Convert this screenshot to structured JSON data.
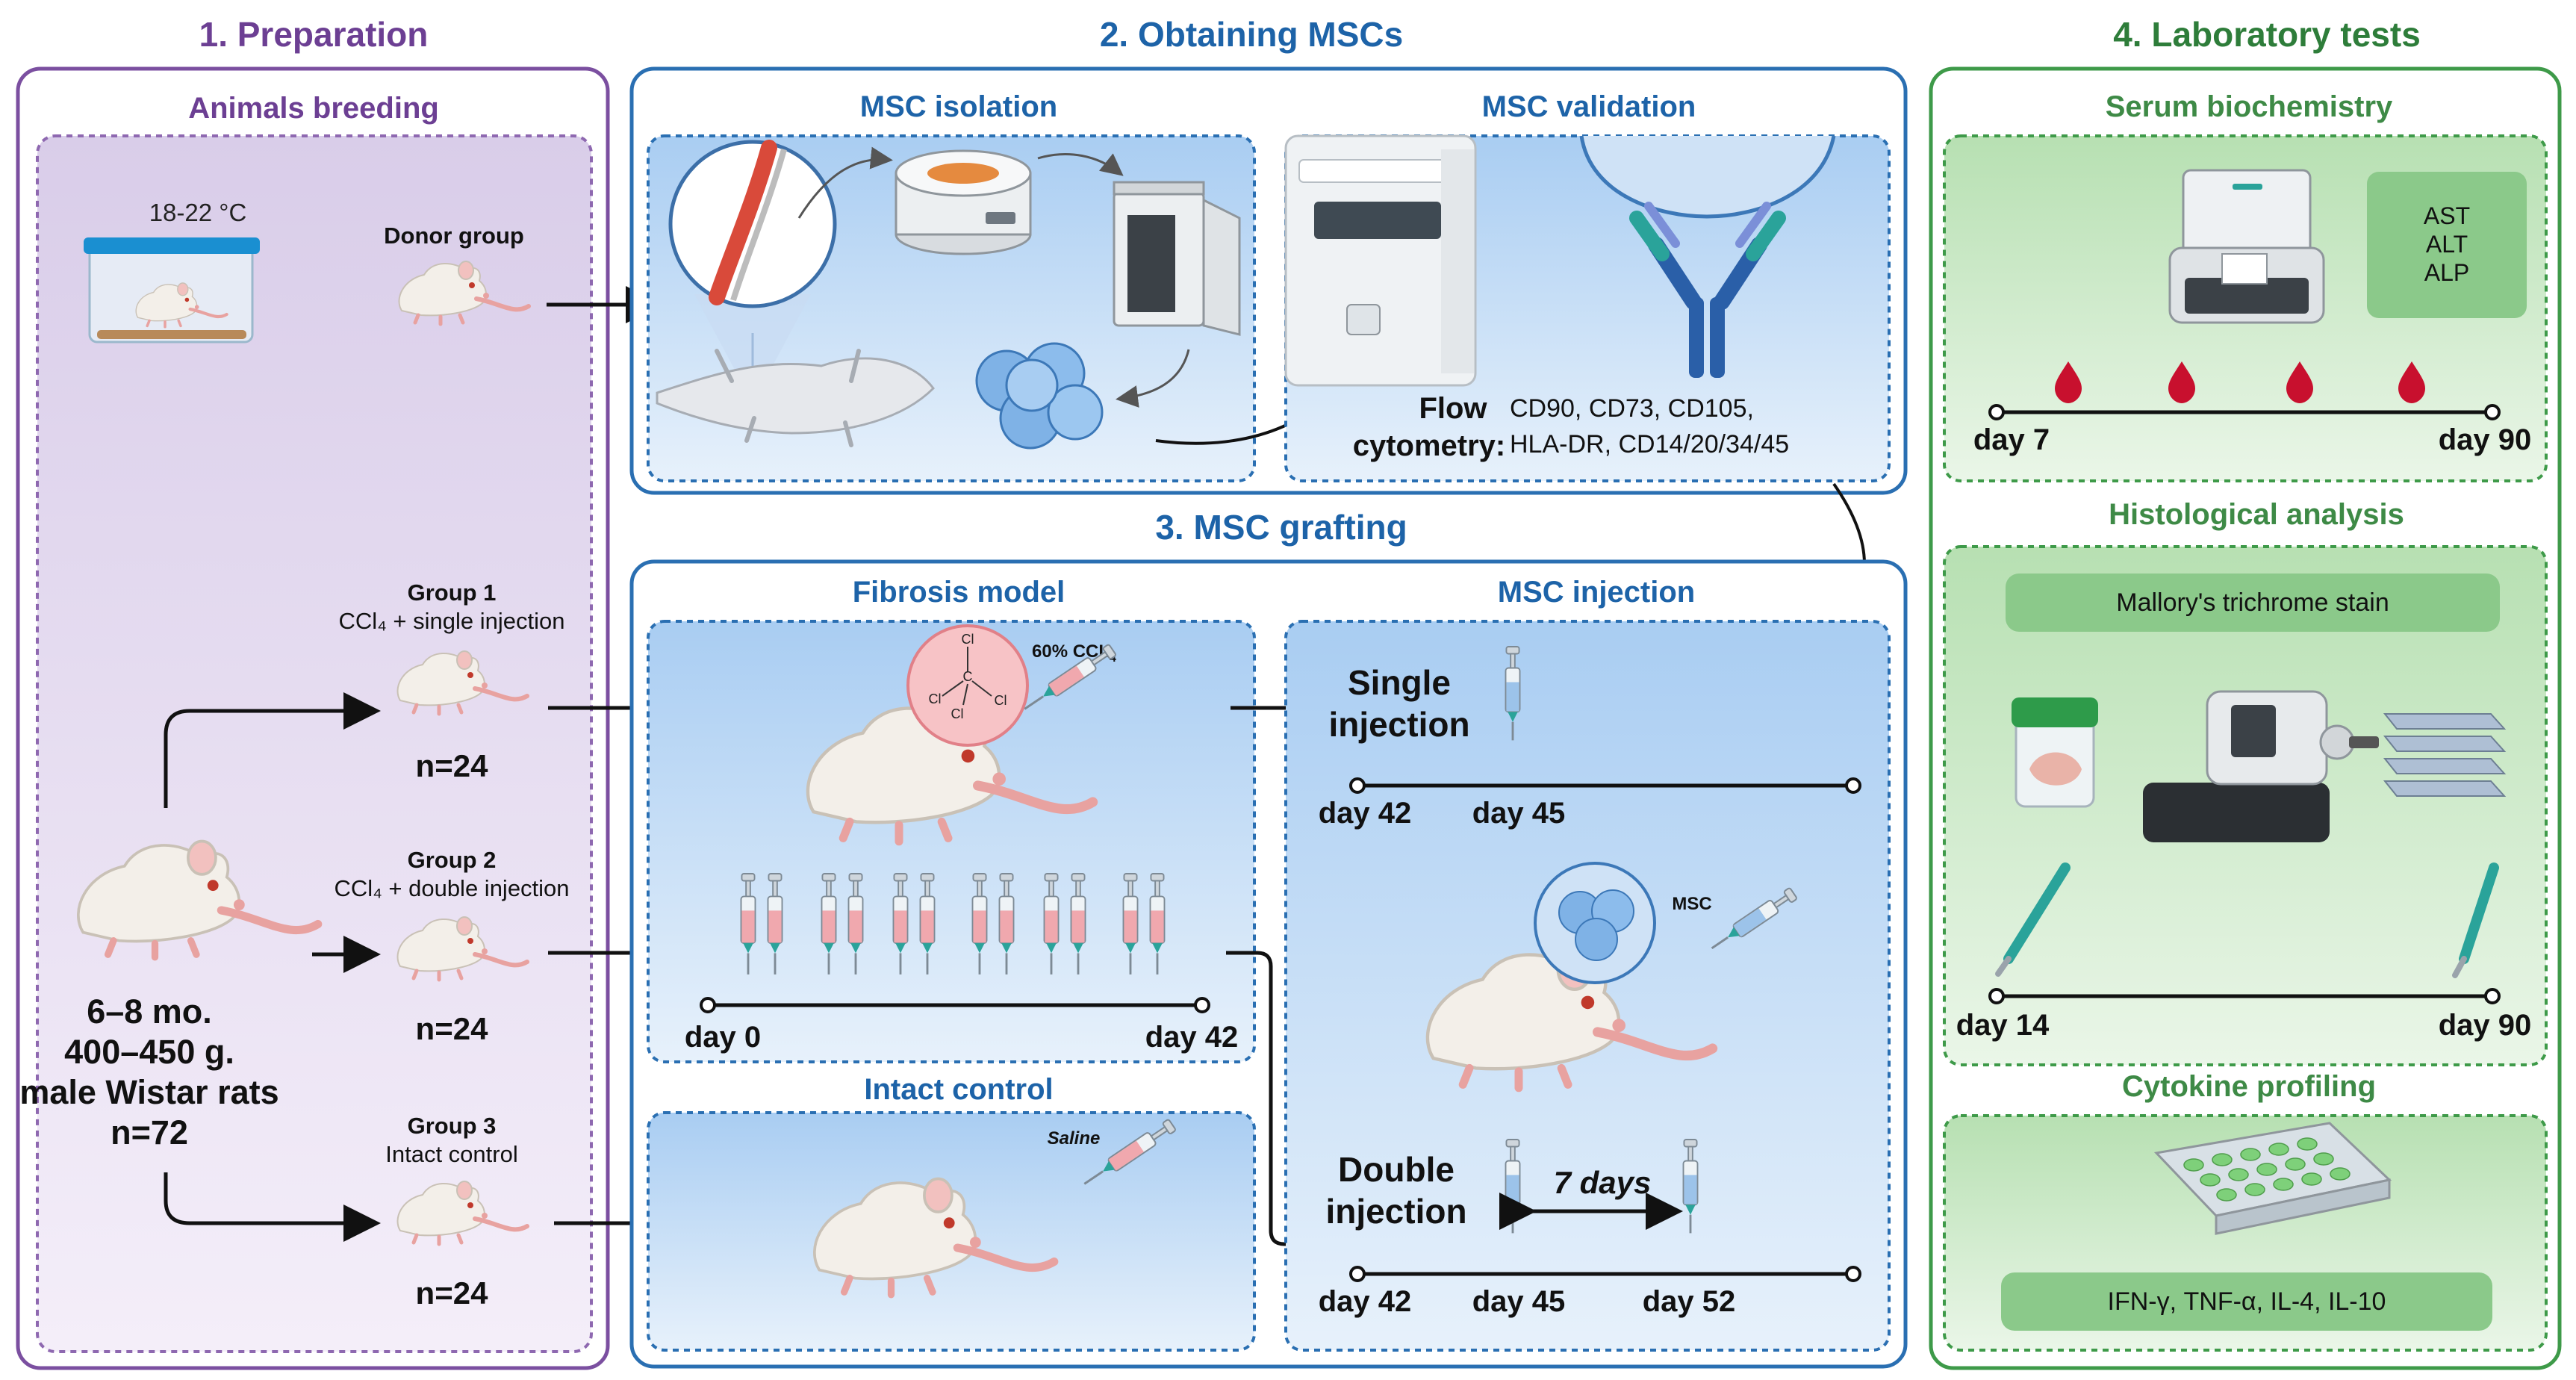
{
  "sections": {
    "prep": "1.  Preparation",
    "obtain": "2. Obtaining MSCs",
    "graft": "3. MSC grafting",
    "lab": "4. Laboratory tests"
  },
  "prep": {
    "subtitle": "Animals breeding",
    "temp": "18-22 °C",
    "donor": "Donor group",
    "groups": [
      {
        "title": "Group 1",
        "desc": "CCl₄ + single injection",
        "n": "n=24"
      },
      {
        "title": "Group 2",
        "desc": "CCl₄ + double injection",
        "n": "n=24"
      },
      {
        "title": "Group 3",
        "desc": "Intact control",
        "n": "n=24"
      }
    ],
    "rats": [
      "6–8 mo.",
      "400–450 g.",
      "male Wistar rats",
      "n=72"
    ]
  },
  "obtain": {
    "isolation": "MSC isolation",
    "validation": "MSC validation",
    "flow1": "Flow",
    "flow2": "cytometry:",
    "markers1": "CD90, CD73, CD105,",
    "markers2": "HLA-DR, CD14/20/34/45"
  },
  "graft": {
    "fibrosis": "Fibrosis model",
    "ccl4": "60% CCL",
    "ccl4_sub": "4",
    "cl": "Cl",
    "c": "C",
    "day0": "day 0",
    "day42": "day 42",
    "intact": "Intact control",
    "saline": "Saline",
    "injection": "MSC injection",
    "single1": "Single",
    "single2": "injection",
    "d42": "day 42",
    "d45": "day 45",
    "msc": "MSC",
    "double1": "Double",
    "double2": "injection",
    "days7": "7 days",
    "dd42": "day 42",
    "dd45": "day 45",
    "dd52": "day 52"
  },
  "lab": {
    "serum": "Serum biochemistry",
    "markers": [
      "AST",
      "ALT",
      "ALP"
    ],
    "s_start": "day 7",
    "s_end": "day 90",
    "histo": "Histological analysis",
    "stain": "Mallory's trichrome stain",
    "h_start": "day 14",
    "h_end": "day 90",
    "cyto": "Cytokine profiling",
    "cytokines": "IFN-γ, TNF-α, IL-4, IL-10"
  },
  "colors": {
    "purple": "#6c3f93",
    "blue": "#1d63a8",
    "green": "#2e8b3e",
    "blood": "#c8102e"
  }
}
